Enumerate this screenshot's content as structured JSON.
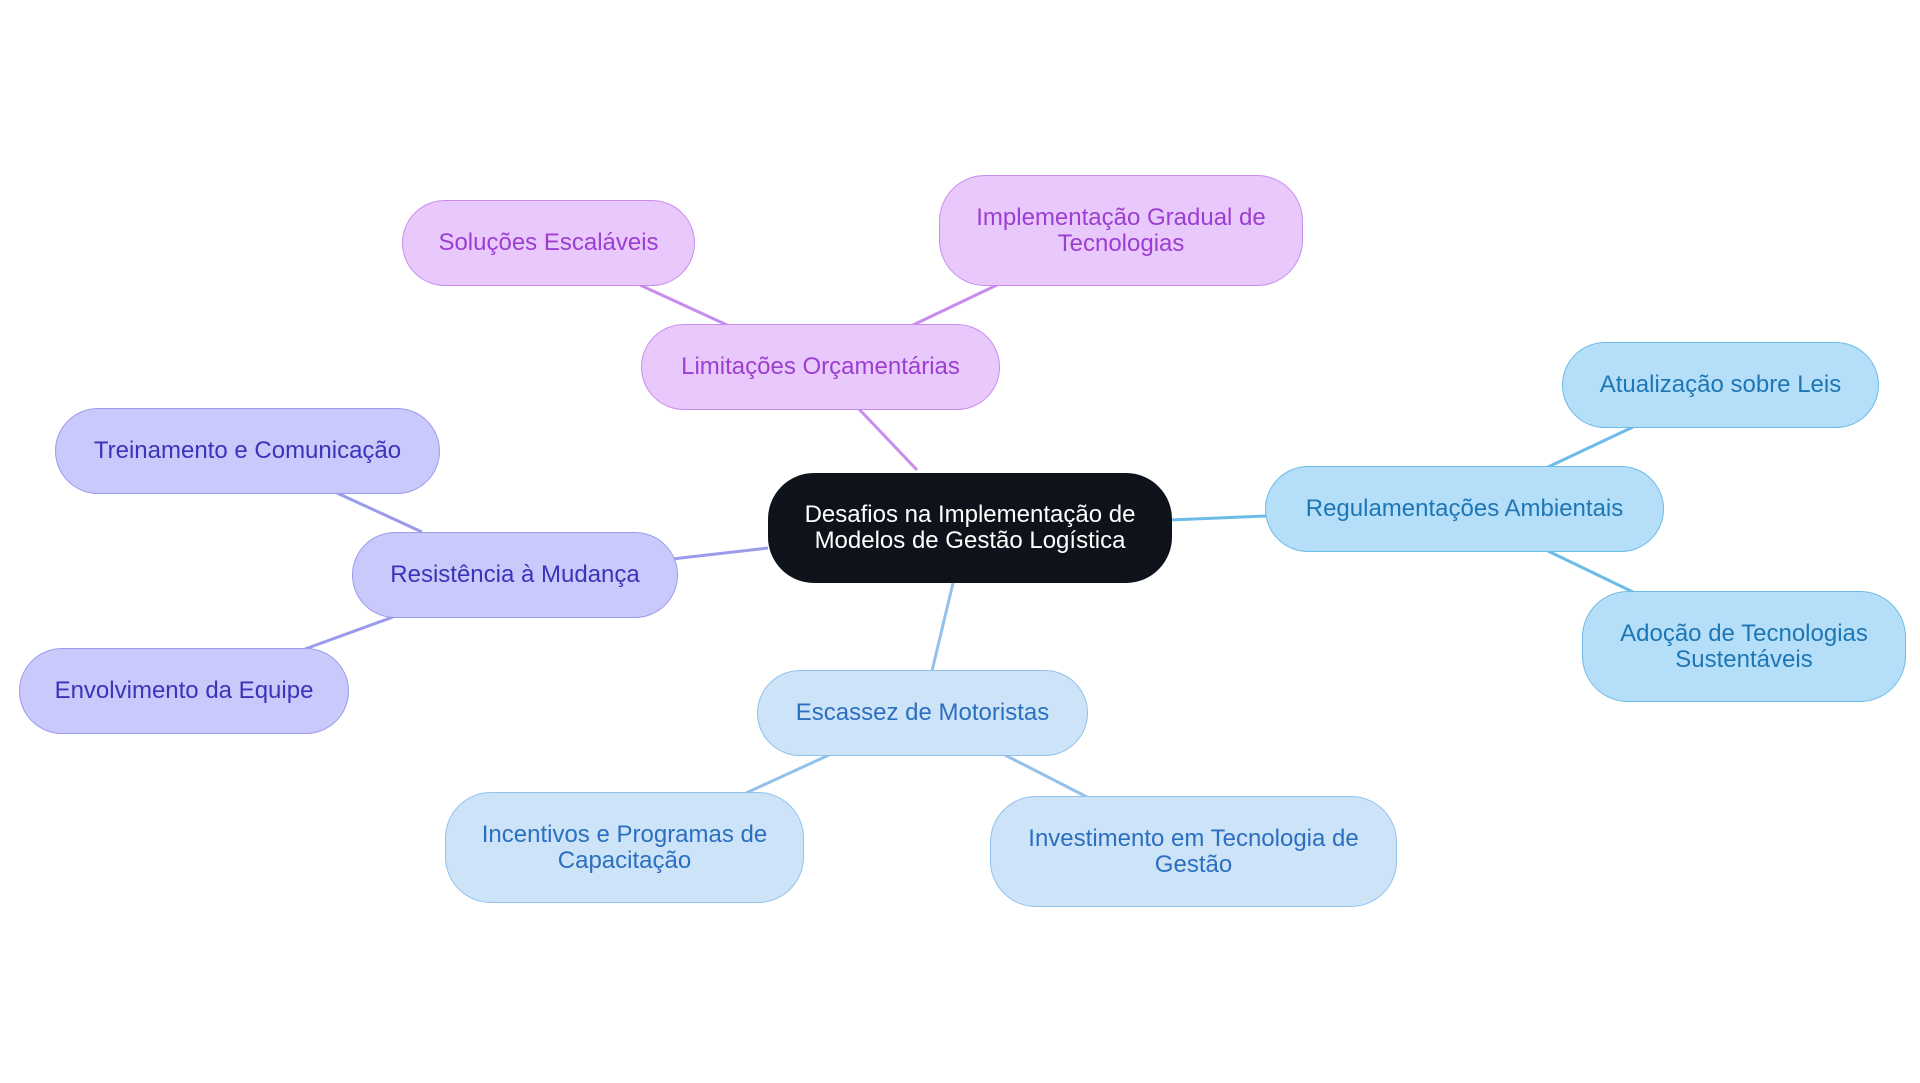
{
  "colors": {
    "center_fill": "#0d121b",
    "budget_branch": "#c88cee",
    "change_branch": "#9b9bec",
    "regulation_branch": "#6cbbe8",
    "drivers_branch": "#93c1ec"
  },
  "center": {
    "label": "Desafios na Implementação de Modelos de Gestão Logística"
  },
  "branches": {
    "budget": {
      "label": "Limitações Orçamentárias",
      "children": [
        "Soluções Escaláveis",
        "Implementação Gradual de Tecnologias"
      ]
    },
    "change": {
      "label": "Resistência à Mudança",
      "children": [
        "Treinamento e Comunicação",
        "Envolvimento da Equipe"
      ]
    },
    "regulation": {
      "label": "Regulamentações Ambientais",
      "children": [
        "Atualização sobre Leis",
        "Adoção de Tecnologias Sustentáveis"
      ]
    },
    "drivers": {
      "label": "Escassez de Motoristas",
      "children": [
        "Incentivos e Programas de Capacitação",
        "Investimento em Tecnologia de Gestão"
      ]
    }
  }
}
